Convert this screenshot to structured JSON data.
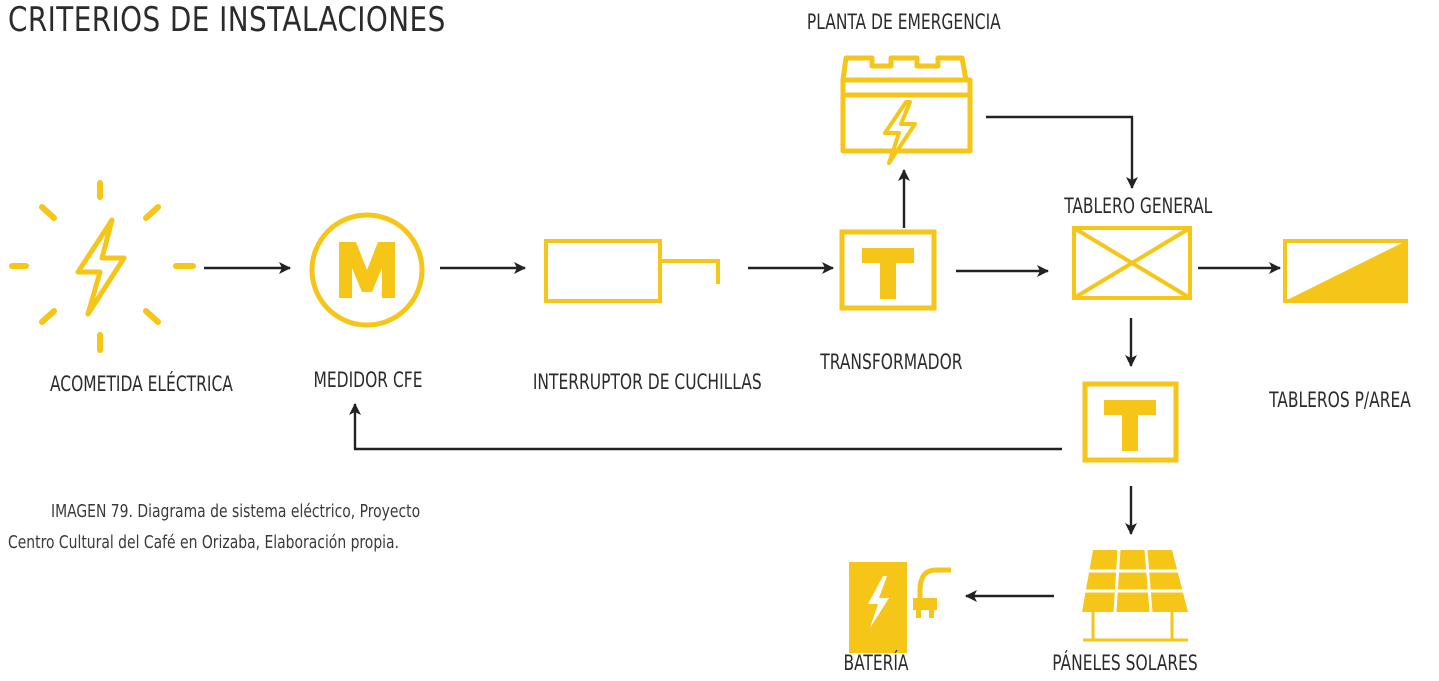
{
  "title": "CRITERIOS DE INSTALACIONES",
  "colors": {
    "accent": "#F5C518",
    "line": "#222222",
    "text": "#2b2b2b"
  },
  "nodes": {
    "acometida": {
      "label": "ACOMETIDA ELÉCTRICA",
      "icon": "lightning-sun-icon"
    },
    "medidor": {
      "label": "MEDIDOR CFE",
      "icon": "meter-m-icon",
      "glyph": "M"
    },
    "interruptor": {
      "label": "INTERRUPTOR DE CUCHILLAS",
      "icon": "knife-switch-icon"
    },
    "transformador": {
      "label": "TRANSFORMADOR",
      "icon": "transformer-t-icon",
      "glyph": "T"
    },
    "planta": {
      "label": "PLANTA DE EMERGENCIA",
      "icon": "battery-generator-icon"
    },
    "tablero_general": {
      "label": "TABLERO GENERAL",
      "icon": "general-panel-x-icon"
    },
    "tableros_area": {
      "label": "TABLEROS P/AREA",
      "icon": "area-panel-icon"
    },
    "transformador_2": {
      "label": "",
      "icon": "transformer-t-icon",
      "glyph": "T"
    },
    "paneles": {
      "label": "PÁNELES SOLARES",
      "icon": "solar-panel-icon"
    },
    "bateria": {
      "label": "BATERÍA",
      "icon": "battery-plug-icon"
    }
  },
  "caption": {
    "line1": "IMAGEN 79.  Diagrama de sistema eléctrico, Proyecto",
    "line2": "Centro Cultural del Café en Orizaba, Elaboración propia."
  }
}
